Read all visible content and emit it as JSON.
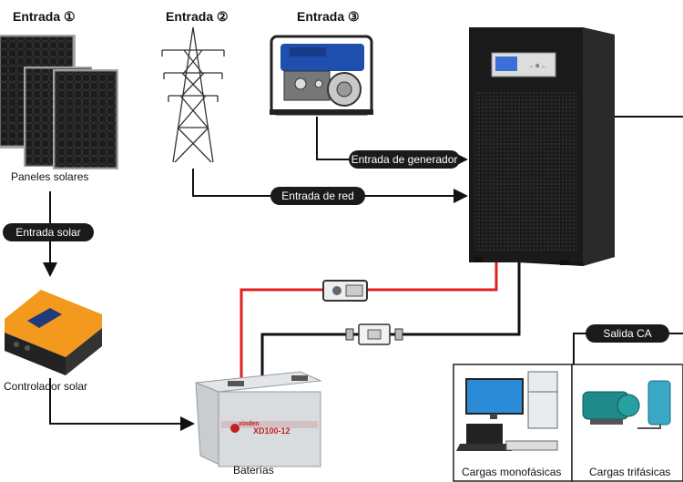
{
  "inputs": {
    "input1": {
      "label": "Entrada",
      "num": "①"
    },
    "input2": {
      "label": "Entrada",
      "num": "②"
    },
    "input3": {
      "label": "Entrada",
      "num": "③"
    }
  },
  "captions": {
    "solar_panels": "Paneles solares",
    "solar_controller": "Controlador solar",
    "batteries": "Baterías",
    "single_phase": "Cargas monofásicas",
    "three_phase": "Cargas trifásicas"
  },
  "connectors": {
    "solar_input": "Entrada solar",
    "generator_input": "Entrada de generador",
    "grid_input": "Entrada de red",
    "ac_output": "Salida CA"
  },
  "battery_text": {
    "brand": "xinden",
    "model": "XD100-12"
  },
  "colors": {
    "dc_positive": "#e02020",
    "dc_negative": "#111111",
    "pill": "#1a1a1a",
    "controller": "#f39a1e",
    "generator": "#1f4fae"
  }
}
